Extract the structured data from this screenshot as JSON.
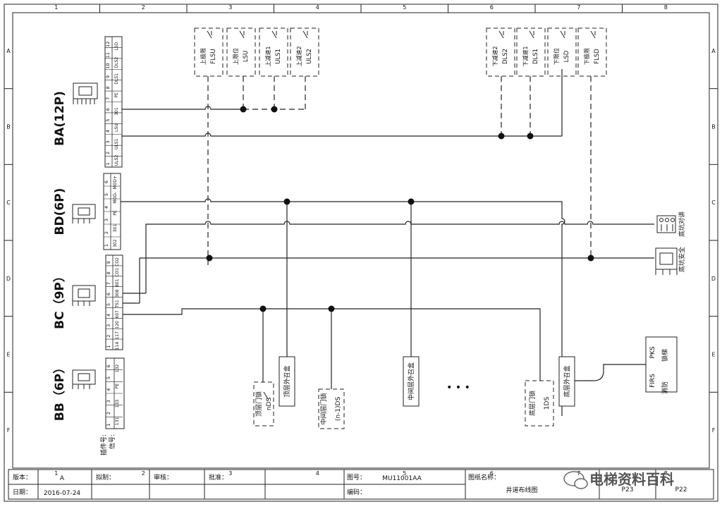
{
  "grid": {
    "cols": [
      "1",
      "2",
      "3",
      "4",
      "5",
      "6",
      "7",
      "8"
    ],
    "rows": [
      "A",
      "B",
      "C",
      "D",
      "E",
      "F"
    ]
  },
  "connectors": {
    "ba": "BA(12P)",
    "bd": "BD(6P)",
    "bc": "BC（9P）",
    "bb": "BB（6P）"
  },
  "pins": {
    "ba_nums": [
      "1",
      "2",
      "3",
      "4",
      "5",
      "6",
      "7",
      "8",
      "9",
      "10",
      "11",
      "12"
    ],
    "ba_sigs": [
      "ULS2",
      "ULS1",
      "LSU",
      "301",
      "PE",
      "DLS1",
      "DLS2",
      "LSD"
    ],
    "bd_nums": [
      "1",
      "2",
      "3",
      "4",
      "5",
      "6"
    ],
    "bd_sigs": [
      "302",
      "301",
      "PE",
      "MOD-",
      "MOD+"
    ],
    "bc_nums": [
      "1",
      "2",
      "3",
      "4",
      "5",
      "6",
      "7",
      "8",
      "9"
    ],
    "bc_sigs": [
      "114",
      "117",
      "120",
      "607",
      "TS1",
      "308",
      "801",
      "CO1",
      "CO2"
    ],
    "bb_nums": [
      "1",
      "2",
      "3",
      "4",
      "5",
      "6"
    ],
    "bb_sigs": [
      "131",
      "133",
      "PE",
      "132"
    ],
    "legend_pin": "插件号:",
    "legend_sig": "信号:"
  },
  "switches": [
    {
      "cn": "上极限",
      "code": "FLSU"
    },
    {
      "cn": "上限位",
      "code": "LSU"
    },
    {
      "cn": "上减速1",
      "code": "ULS1"
    },
    {
      "cn": "上减速2",
      "code": "ULS2"
    },
    {
      "cn": "下减速2",
      "code": "DLS2"
    },
    {
      "cn": "下减速1",
      "code": "DLS1"
    },
    {
      "cn": "下限位",
      "code": "LSD"
    },
    {
      "cn": "下极限",
      "code": "FLSD"
    }
  ],
  "devices": {
    "pit_phone": "底坑对讲",
    "pit_safety": "底坑安全",
    "top_door": "顶层门锁",
    "top_door_code": "nDS",
    "mid_door": "中间层门锁",
    "mid_door_code": "(n-1)DS",
    "bot_door": "底层门锁",
    "bot_door_code": "1DS",
    "top_call": "顶层外召盒",
    "mid_call": "中间层外召盒",
    "bot_call": "底层外召盒",
    "fire": "消防",
    "fire_code": "FIRS",
    "lock": "锁梯",
    "lock_code": "PKS",
    "dots": "• • •"
  },
  "title_block": {
    "version_label": "版本：",
    "version": "A",
    "date_label": "日期：",
    "date": "2016-07-24",
    "drawn_label": "拟制：",
    "review_label": "审核：",
    "approve_label": "批准：",
    "drawing_no_label": "图号：",
    "drawing_no": "MU11001AA",
    "code_label": "编码：",
    "name_label": "图纸名称：",
    "name": "井道布线图",
    "page_a": "P23",
    "page_b": "P22"
  },
  "watermark": "电梯资料百科"
}
